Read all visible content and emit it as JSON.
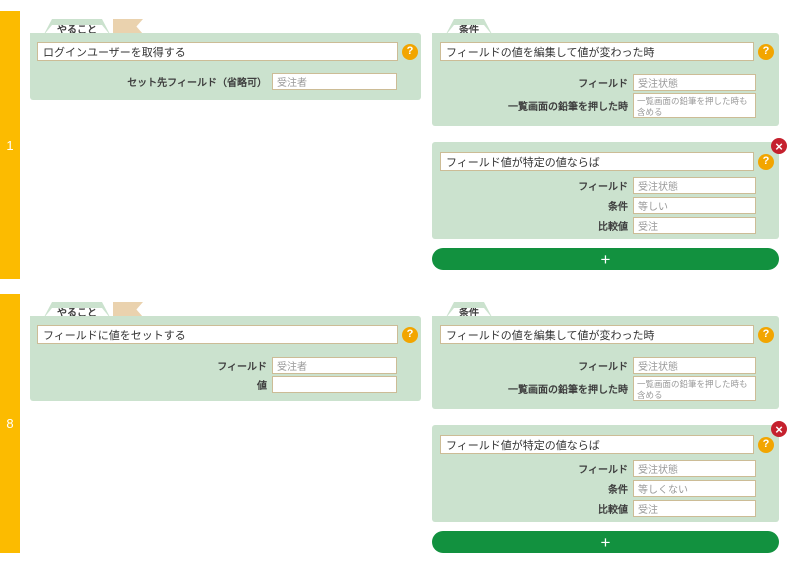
{
  "colors": {
    "sidebar": "#FCBB00",
    "panel": "#CBE2CE",
    "flag": "#EAD2AE",
    "input-border": "#CCBC96",
    "help": "#F2A500",
    "close": "#C5212E",
    "add": "#12913F",
    "text": "#3E3E3E",
    "muted": "#999999"
  },
  "icons": {
    "help": "?",
    "close": "×",
    "add": "+"
  },
  "sections": [
    {
      "number": "1",
      "todo": {
        "tab": "やること",
        "action": "ログインユーザーを取得する",
        "rows": [
          {
            "label": "セット先フィールド（省略可）",
            "value": "受注者"
          }
        ]
      },
      "condition": {
        "tab": "条件",
        "trigger": {
          "action": "フィールドの値を編集して値が変わった時",
          "field_label": "フィールド",
          "field_value": "受注状態",
          "pencil_label": "一覧画面の鉛筆を押した時",
          "pencil_value": "一覧画面の鉛筆を押した時も含める"
        },
        "filter": {
          "action": "フィールド値が特定の値ならば",
          "rows": [
            {
              "label": "フィールド",
              "value": "受注状態"
            },
            {
              "label": "条件",
              "value": "等しい"
            },
            {
              "label": "比較値",
              "value": "受注"
            }
          ]
        }
      }
    },
    {
      "number": "8",
      "todo": {
        "tab": "やること",
        "action": "フィールドに値をセットする",
        "rows": [
          {
            "label": "フィールド",
            "value": "受注者"
          },
          {
            "label": "値",
            "value": ""
          }
        ]
      },
      "condition": {
        "tab": "条件",
        "trigger": {
          "action": "フィールドの値を編集して値が変わった時",
          "field_label": "フィールド",
          "field_value": "受注状態",
          "pencil_label": "一覧画面の鉛筆を押した時",
          "pencil_value": "一覧画面の鉛筆を押した時も含める"
        },
        "filter": {
          "action": "フィールド値が特定の値ならば",
          "rows": [
            {
              "label": "フィールド",
              "value": "受注状態"
            },
            {
              "label": "条件",
              "value": "等しくない"
            },
            {
              "label": "比較値",
              "value": "受注"
            }
          ]
        }
      }
    }
  ]
}
